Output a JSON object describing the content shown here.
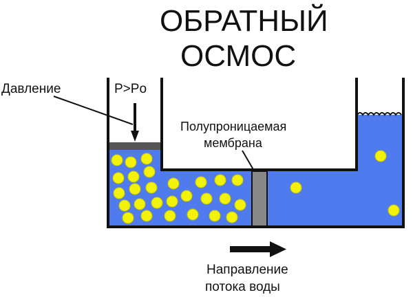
{
  "title_line1": "ОБРАТНЫЙ",
  "title_line2": "ОСМОС",
  "pressure_label": "Давление",
  "pressure_formula": "P>Po",
  "membrane_line1": "Полупроницаемая",
  "membrane_line2": "мембрана",
  "flow_line1": "Направление",
  "flow_line2": "потока воды",
  "colors": {
    "water": "#4f7bef",
    "particle": "#f2f20a",
    "membrane": "#888888",
    "piston": "#555555",
    "outline": "#111111"
  }
}
